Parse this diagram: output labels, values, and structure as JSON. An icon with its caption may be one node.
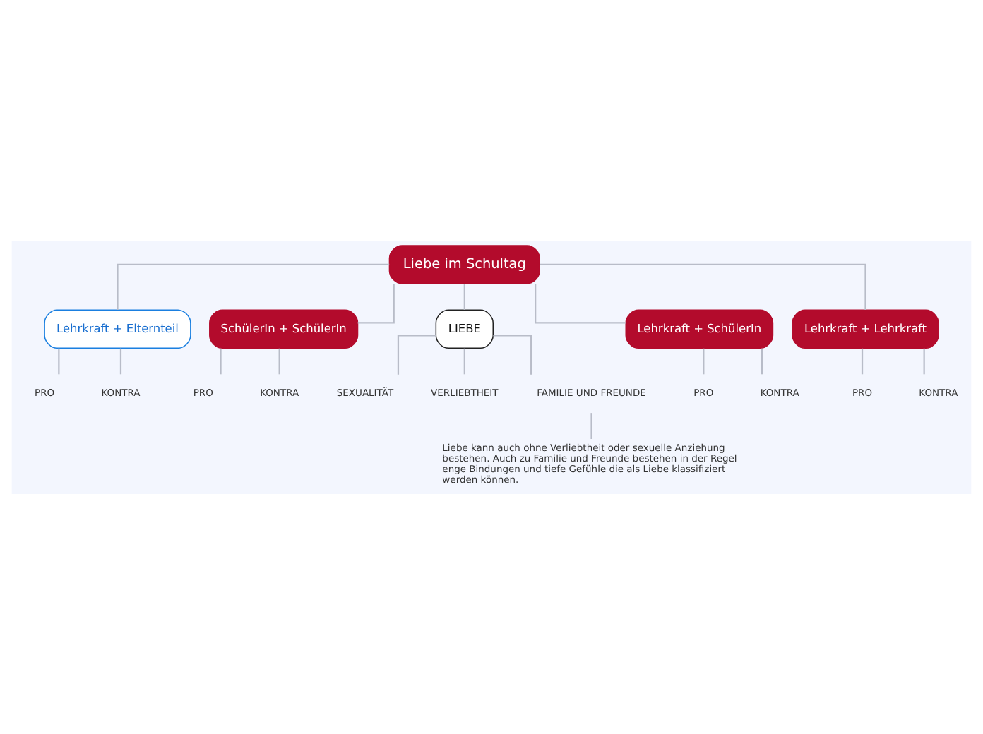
{
  "diagram": {
    "nodes": [
      {
        "text": [
          "Liebe im Schultag"
        ]
      },
      {
        "text": [
          "Lehrkraft + Elternteil"
        ]
      },
      {
        "text": [
          "PRO"
        ]
      },
      {
        "text": [
          "KONTRA"
        ]
      },
      {
        "text": [
          "SchülerIn + SchülerIn"
        ]
      },
      {
        "text": [
          "PRO"
        ]
      },
      {
        "text": [
          "KONTRA"
        ]
      },
      {
        "text": [
          "LIEBE"
        ]
      },
      {
        "text": [
          "SEXUALITÄT"
        ]
      },
      {
        "text": [
          "VERLIEBTHEIT"
        ]
      },
      {
        "text": [
          "FAMILIE UND FREUNDE"
        ]
      },
      {
        "text": [
          "Liebe kann auch ohne Verliebtheit oder sexuelle Anziehung bestehen. Auch zu Familie und Freunde bestehen in der Regel enge Bindungen und tiefe Gefühle die als Liebe klassifiziert werden können."
        ]
      },
      {
        "text": [
          "Lehrkraft + SchülerIn"
        ]
      },
      {
        "text": [
          "PRO"
        ]
      },
      {
        "text": [
          "KONTRA"
        ]
      },
      {
        "text": [
          "Lehrkraft + Lehrkraft"
        ]
      },
      {
        "text": [
          "PRO"
        ]
      },
      {
        "text": [
          "KONTRA"
        ]
      }
    ],
    "edges": [
      {
        "from": 0,
        "to": 1,
        "arrow": "none"
      },
      {
        "from": 1,
        "to": 2,
        "arrow": "none"
      },
      {
        "from": 1,
        "to": 3,
        "arrow": "none"
      },
      {
        "from": 0,
        "to": 4,
        "arrow": "none"
      },
      {
        "from": 4,
        "to": 5,
        "arrow": "none"
      },
      {
        "from": 4,
        "to": 6,
        "arrow": "none"
      },
      {
        "from": 0,
        "to": 7,
        "arrow": "none"
      },
      {
        "from": 7,
        "to": 8,
        "arrow": "none"
      },
      {
        "from": 7,
        "to": 9,
        "arrow": "none"
      },
      {
        "from": 7,
        "to": 10,
        "arrow": "none"
      },
      {
        "from": 10,
        "to": 11,
        "arrow": "none"
      },
      {
        "from": 0,
        "to": 12,
        "arrow": "none"
      },
      {
        "from": 12,
        "to": 13,
        "arrow": "none"
      },
      {
        "from": 12,
        "to": 14,
        "arrow": "none"
      },
      {
        "from": 0,
        "to": 15,
        "arrow": "none"
      },
      {
        "from": 15,
        "to": 16,
        "arrow": "none"
      },
      {
        "from": 15,
        "to": 17,
        "arrow": "none"
      }
    ]
  }
}
